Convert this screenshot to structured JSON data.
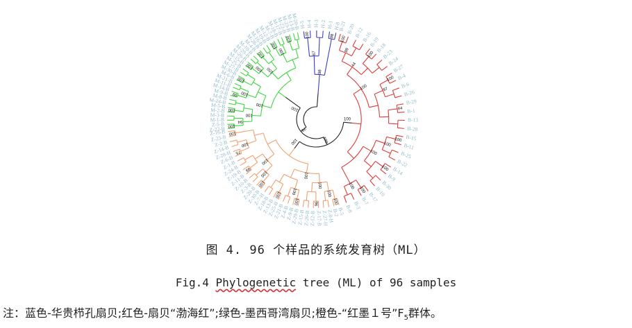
{
  "figure": {
    "caption_cn": "图 4.  96 个样品的系统发育树（ML）",
    "caption_en_prefix": "Fig.4  ",
    "caption_en_wavy": "Phylogenetic",
    "caption_en_suffix": " tree (ML) of 96 samples",
    "note_before_sub": "注：蓝色-华贵栉孔扇贝;红色-扇贝“渤海红”;绿色-墨西哥湾扇贝;橙色-“红墨１号”F",
    "note_sub": "5",
    "note_after_sub": "群体。"
  },
  "colors": {
    "blue": "#3b3fc4",
    "red": "#e03a3a",
    "green": "#3fd63f",
    "orange": "#f0a070",
    "backbone": "#222222",
    "label": "#8fb9c8"
  },
  "chart_data": {
    "type": "tree",
    "clades": [
      {
        "name": "",
        "color": "blue",
        "leaves": [
          "H-5",
          "H-4",
          "H-3",
          "H-2",
          "H-1",
          "H-8"
        ],
        "supports": [
          "100",
          "100",
          "98",
          "67"
        ]
      },
      {
        "name": "",
        "color": "red",
        "leaves": [
          "B-21",
          "B-20",
          "B-12",
          "B-16",
          "B-19",
          "B-18",
          "B-23",
          "B-24",
          "B-27",
          "B-4",
          "B-6",
          "B-26",
          "B-29",
          "B-1",
          "B-13",
          "B-28",
          "B-15",
          "B-11",
          "B-25",
          "B-22",
          "B-14",
          "B-9",
          "B-30",
          "B-10",
          "B-17",
          "B-7",
          "B-3",
          "B-8"
        ],
        "supports": [
          "100",
          "100",
          "100",
          "99",
          "100",
          "97",
          "44",
          "100",
          "100",
          "100",
          "100",
          "100",
          "100",
          "100",
          "100",
          "100",
          "100"
        ]
      },
      {
        "name": "",
        "color": "orange",
        "leaves": [
          "B-5",
          "B-2",
          "Z-8-H",
          "Z-27-H",
          "Z-17-B",
          "Z-12-B",
          "Z-26-B",
          "Z-15-B",
          "Z-29-B",
          "Z-9-B",
          "Z-4-B",
          "Z-21-B",
          "Z-25-B",
          "Z-13-B",
          "Z-18-B",
          "Z-7-H",
          "Z-30-B",
          "Z-20-B",
          "Z-3-B",
          "Z-10-B",
          "Z-11-B",
          "Z-19-B",
          "Z-24-B",
          "Z-1-B",
          "Z-6-B",
          "Z-28-H",
          "Z-14-B",
          "Z-2-B",
          "Z-23-B",
          "Z-16-B"
        ],
        "supports": [
          "100",
          "98",
          "96",
          "100",
          "100",
          "100",
          "100",
          "100",
          "100",
          "100",
          "99",
          "61",
          "75",
          "99",
          "100",
          "100",
          "100",
          "99",
          "100"
        ]
      },
      {
        "name": "",
        "color": "green",
        "leaves": [
          "Z-22-B",
          "Z-5-B",
          "M-1-B",
          "M-3-B",
          "M-2-B",
          "M-5-B",
          "M-24-B",
          "M-8-B",
          "M-9-B",
          "M-14-B",
          "M-11-B",
          "M-21-B",
          "M-6-B",
          "M-30-B",
          "M-27-B",
          "M-25-B",
          "M-15-B",
          "M-26-B",
          "M-29-B",
          "M-10-B",
          "M-4-B",
          "M-28-B",
          "M-16-B",
          "M-19-B",
          "M-12-B",
          "M-7-B",
          "M-18-B",
          "M-17-B",
          "M-22-B",
          "M-23-B",
          "M-13-B",
          "M-20-B"
        ],
        "supports": [
          "100",
          "100",
          "100",
          "94",
          "99",
          "100",
          "100",
          "100",
          "100",
          "100",
          "100",
          "100",
          "100",
          "100",
          "100",
          "100",
          "94",
          "100"
        ]
      }
    ],
    "backbone_supports": [
      "100",
      "100",
      "100",
      "100",
      "79"
    ]
  }
}
